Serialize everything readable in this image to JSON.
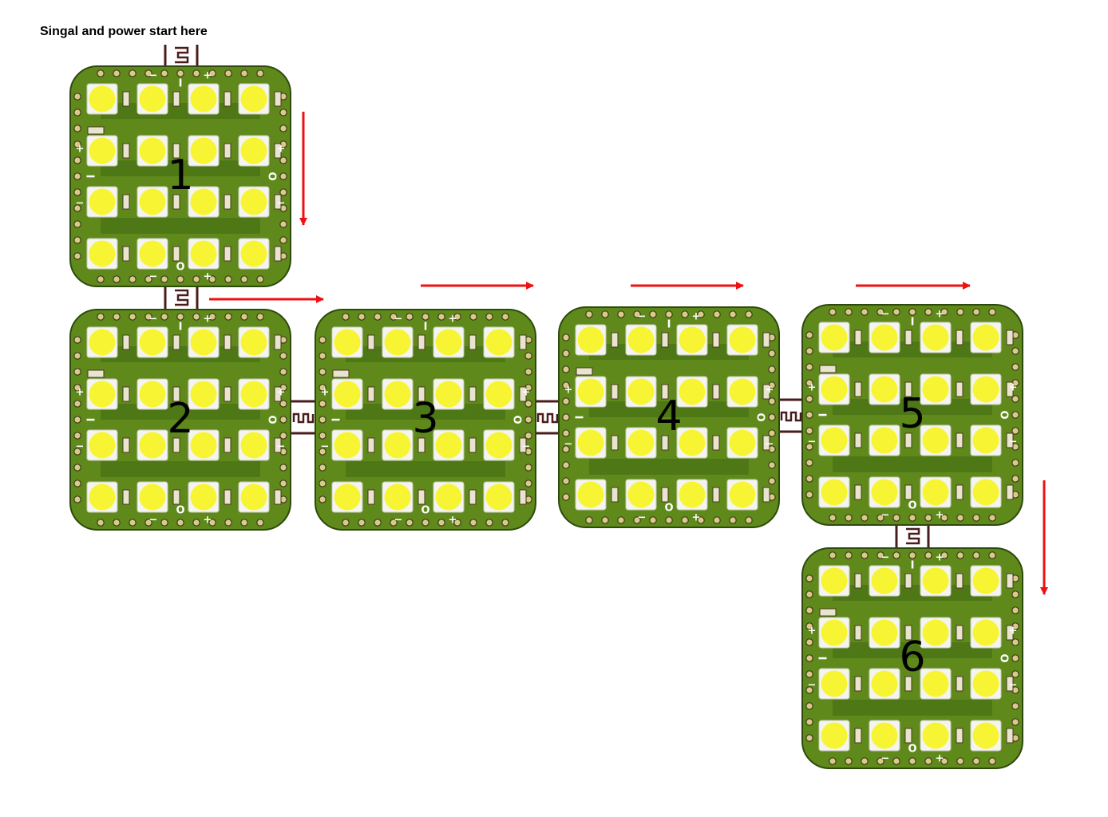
{
  "caption": "Singal and power start here",
  "board_marks": {
    "top_minus": "−",
    "top_in": "I",
    "top_plus": "+",
    "bottom_minus": "−",
    "bottom_out": "O",
    "bottom_plus": "+",
    "left_plus": "+",
    "left_in": "I",
    "left_minus": "−",
    "right_plus": "+",
    "right_out": "O",
    "right_minus": "−"
  },
  "boards": [
    {
      "label": "1"
    },
    {
      "label": "2"
    },
    {
      "label": "3"
    },
    {
      "label": "4"
    },
    {
      "label": "5"
    },
    {
      "label": "6"
    }
  ],
  "leds_per_board": {
    "rows": 4,
    "cols": 4
  },
  "connections": [
    {
      "from": "start",
      "to": "1"
    },
    {
      "from": "1",
      "to": "2"
    },
    {
      "from": "2",
      "to": "3"
    },
    {
      "from": "3",
      "to": "4"
    },
    {
      "from": "4",
      "to": "5"
    },
    {
      "from": "5",
      "to": "6"
    }
  ],
  "colors": {
    "pcb": "#5f8a1b",
    "pcb_edge": "#2d4a0c",
    "trace": "#3f6a12",
    "led": "#f7f533",
    "led_pad": "#f4f4f0",
    "connector": "#4a1c1c",
    "arrow": "#ee1111"
  }
}
